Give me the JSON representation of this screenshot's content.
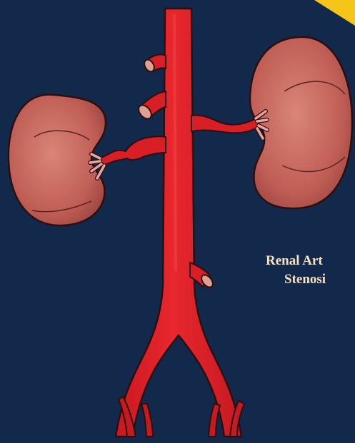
{
  "caption": {
    "line1": "Renal Art",
    "line2": "Stenosi"
  },
  "colors": {
    "background": "#13294b",
    "artery": "#e0222a",
    "kidney": "#c9675e",
    "corner_accent": "#f5c518",
    "caption_text": "#f4e1c2"
  },
  "figure": {
    "subject": "aorta with left and right kidneys and renal arteries",
    "icons": [
      "aorta-icon",
      "left-kidney-icon",
      "right-kidney-icon"
    ]
  }
}
